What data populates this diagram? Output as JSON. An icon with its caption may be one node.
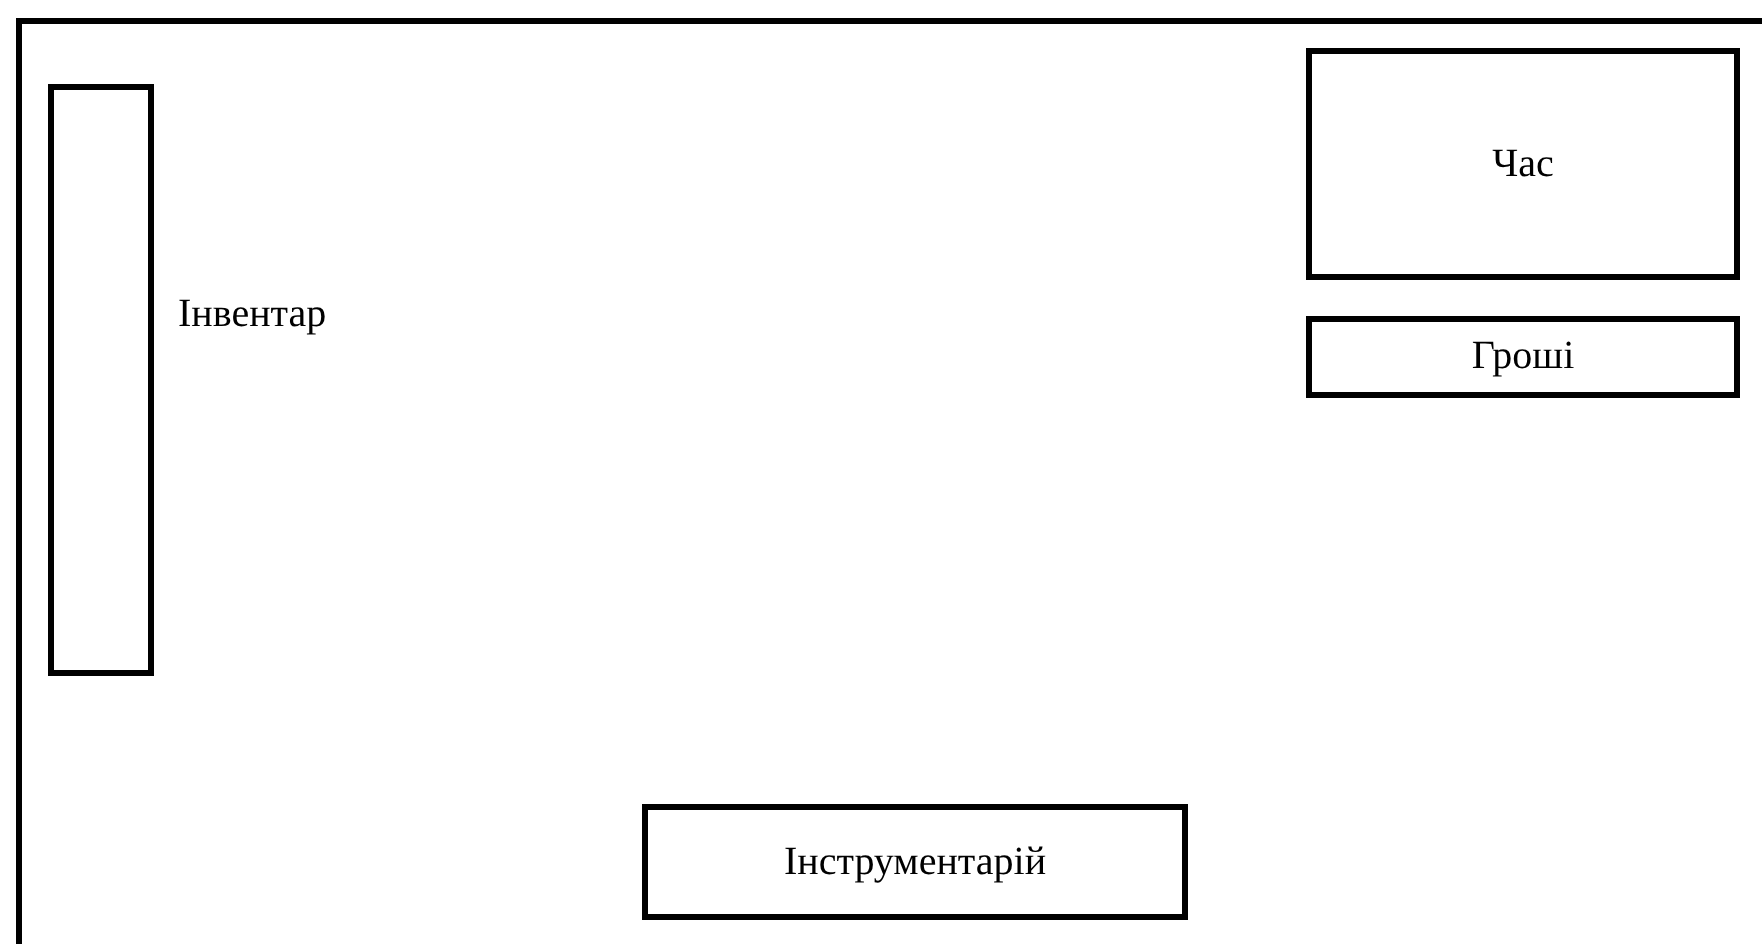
{
  "diagram": {
    "nodes": [
      {
        "text": [],
        "shape": "box"
      },
      {
        "text": [
          "Інвентар"
        ],
        "in": 0
      },
      {
        "text": [
          "Час"
        ],
        "in": 0
      },
      {
        "text": [
          "Гроші"
        ],
        "in": 0
      },
      {
        "text": [
          "Інструментарій"
        ],
        "in": 0
      }
    ]
  }
}
